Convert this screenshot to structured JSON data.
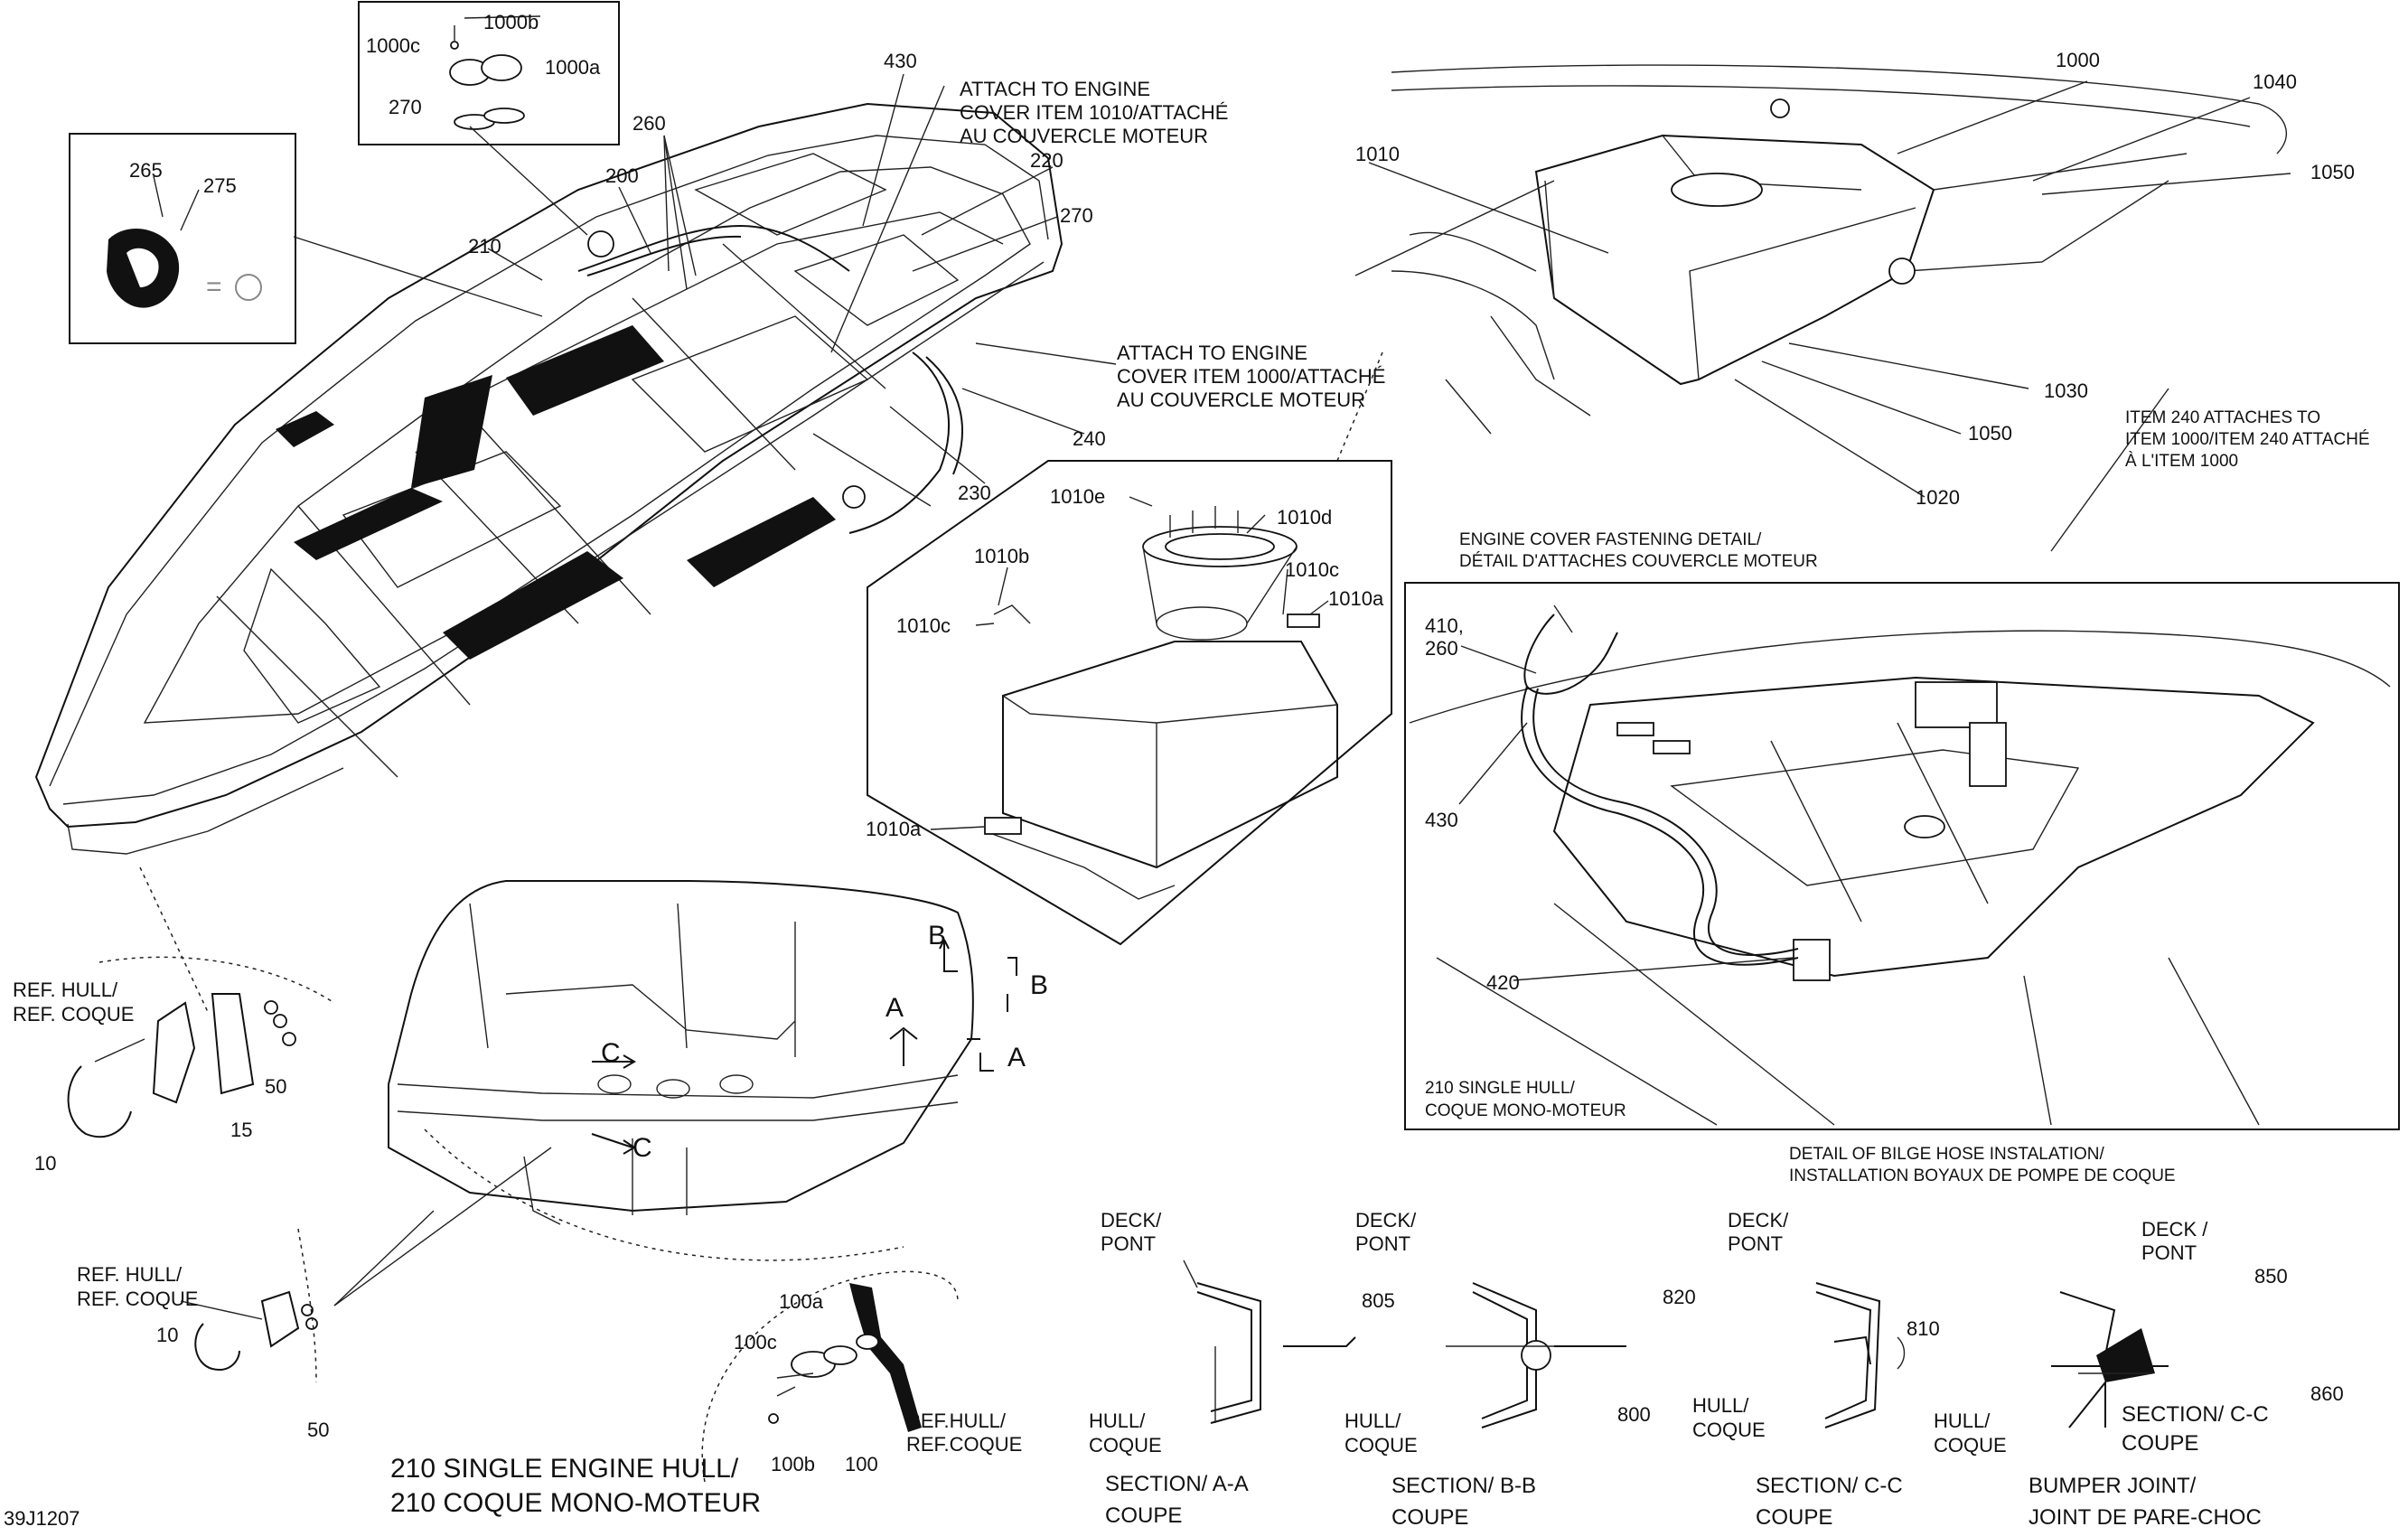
{
  "labels": {
    "p1000b": "1000b",
    "p1000c": "1000c",
    "p1000a": "1000a",
    "p270a": "270",
    "p265": "265",
    "p275": "275",
    "p260a": "260",
    "p200": "200",
    "p210": "210",
    "p430a": "430",
    "p220": "220",
    "p270b": "270",
    "p240": "240",
    "p230": "230",
    "p1010": "1010",
    "p1000": "1000",
    "p1040": "1040",
    "p1050a": "1050",
    "p1030": "1030",
    "p1050b": "1050",
    "p1020": "1020",
    "p1010e": "1010e",
    "p1010d": "1010d",
    "p1010b": "1010b",
    "p1010c1": "1010c",
    "p1010c2": "1010c",
    "p1010a1": "1010a",
    "p1010a2": "1010a",
    "p410_260_line1": "410,",
    "p410_260_line2": "260",
    "p430b": "430",
    "p420": "420",
    "p10a": "10",
    "p15": "15",
    "p50a": "50",
    "p10b": "10",
    "p50b": "50",
    "p100a": "100a",
    "p100c": "100c",
    "p100b": "100b",
    "p100": "100",
    "p805": "805",
    "p820": "820",
    "p800": "800",
    "p810": "810",
    "p850": "850",
    "p860": "860",
    "markB1": "B",
    "markB2": "B",
    "markA1": "A",
    "markA2": "A",
    "markC1": "C",
    "markC2": "C"
  },
  "notes": {
    "attach1010_line1": "ATTACH TO ENGINE",
    "attach1010_line2": "COVER ITEM 1010/ATTACHÉ",
    "attach1010_line3": "AU COUVERCLE MOTEUR",
    "attach1000_line1": "ATTACH TO ENGINE",
    "attach1000_line2": "COVER ITEM 1000/ATTACHÉ",
    "attach1000_line3": "AU COUVERCLE MOTEUR",
    "item240_line1": "ITEM 240 ATTACHES  TO",
    "item240_line2": "ITEM 1000/ITEM 240 ATTACHÉ",
    "item240_line3": "À L'ITEM 1000",
    "fastening_line1": "ENGINE COVER FASTENING DETAIL/",
    "fastening_line2": "DÉTAIL D'ATTACHES COUVERCLE MOTEUR",
    "single_hull_line1": "210 SINGLE HULL/",
    "single_hull_line2": "COQUE MONO-MOTEUR",
    "bilge_line1": "DETAIL OF BILGE HOSE INSTALATION/",
    "bilge_line2": "INSTALLATION BOYAUX DE POMPE DE COQUE",
    "refhull1_line1": "REF. HULL/",
    "refhull1_line2": "REF. COQUE",
    "refhull2_line1": "REF. HULL/",
    "refhull2_line2": "REF. COQUE",
    "refhull3_line1": "REF.HULL/",
    "refhull3_line2": "REF.COQUE",
    "main_title_line1": "210 SINGLE ENGINE HULL/",
    "main_title_line2": "210 COQUE MONO-MOTEUR",
    "drawing_code": "39J1207"
  },
  "sections": [
    {
      "deck1": "DECK/",
      "deck2": "PONT",
      "hull1": "HULL/",
      "hull2": "COQUE",
      "title1": "SECTION/   A-A",
      "title2": "COUPE"
    },
    {
      "deck1": "DECK/",
      "deck2": "PONT",
      "hull1": "HULL/",
      "hull2": "COQUE",
      "title1": "SECTION/   B-B",
      "title2": "COUPE"
    },
    {
      "deck1": "DECK/",
      "deck2": "PONT",
      "hull1": "HULL/",
      "hull2": "COQUE",
      "title1": "SECTION/   C-C",
      "title2": "COUPE"
    },
    {
      "deck1": "DECK /",
      "deck2": "PONT",
      "hull1": "HULL/",
      "hull2": "COQUE",
      "title1": "BUMPER JOINT/",
      "title2": "JOINT DE PARE-CHOC",
      "extra1": "SECTION/   C-C",
      "extra2": "COUPE"
    }
  ]
}
